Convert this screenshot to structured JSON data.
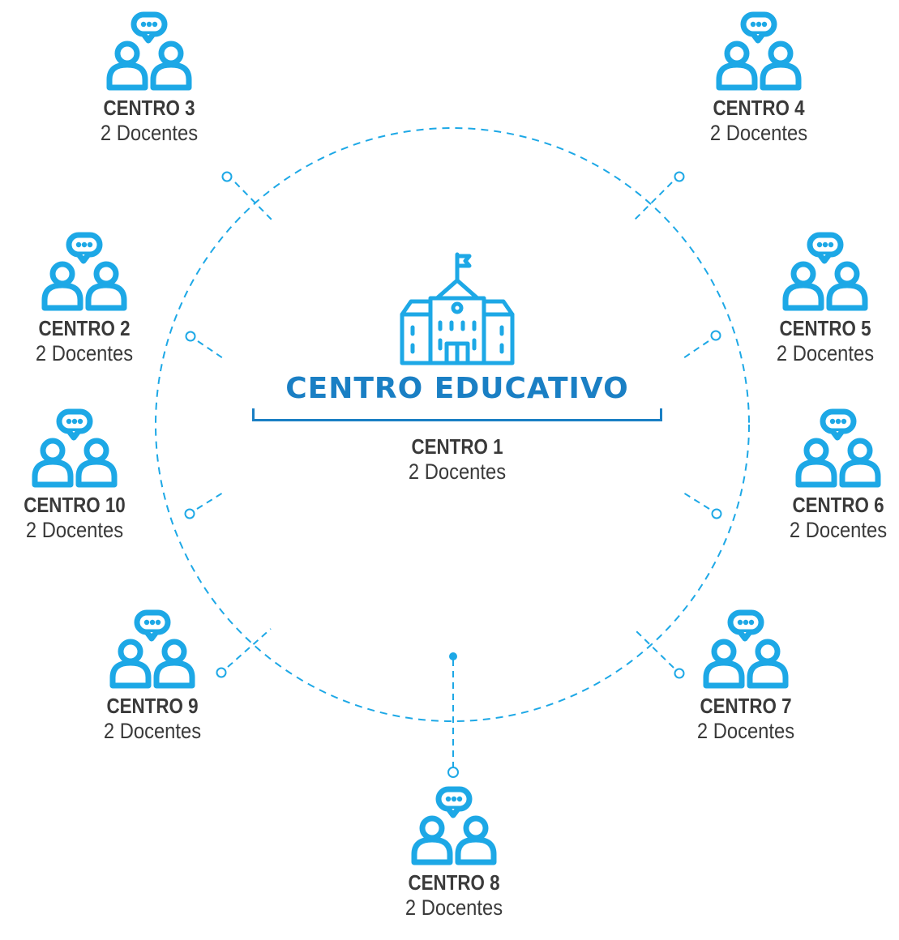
{
  "colors": {
    "accent": "#1da8e6",
    "title_blue": "#1a7fc4",
    "text": "#3a3a3a"
  },
  "center": {
    "icon": "school-building-icon",
    "title": "CENTRO EDUCATIVO",
    "name": "CENTRO 1",
    "sub": "2 Docentes"
  },
  "nodes": [
    {
      "id": "n3",
      "icon": "teachers-chat-icon",
      "name": "CENTRO 3",
      "sub": "2 Docentes"
    },
    {
      "id": "n4",
      "icon": "teachers-chat-icon",
      "name": "CENTRO 4",
      "sub": "2 Docentes"
    },
    {
      "id": "n2",
      "icon": "teachers-chat-icon",
      "name": "CENTRO 2",
      "sub": "2 Docentes"
    },
    {
      "id": "n5",
      "icon": "teachers-chat-icon",
      "name": "CENTRO 5",
      "sub": "2 Docentes"
    },
    {
      "id": "n10",
      "icon": "teachers-chat-icon",
      "name": "CENTRO 10",
      "sub": "2 Docentes"
    },
    {
      "id": "n6",
      "icon": "teachers-chat-icon",
      "name": "CENTRO 6",
      "sub": "2 Docentes"
    },
    {
      "id": "n9",
      "icon": "teachers-chat-icon",
      "name": "CENTRO 9",
      "sub": "2 Docentes"
    },
    {
      "id": "n7",
      "icon": "teachers-chat-icon",
      "name": "CENTRO 7",
      "sub": "2 Docentes"
    },
    {
      "id": "n8",
      "icon": "teachers-chat-icon",
      "name": "CENTRO 8",
      "sub": "2 Docentes"
    }
  ]
}
